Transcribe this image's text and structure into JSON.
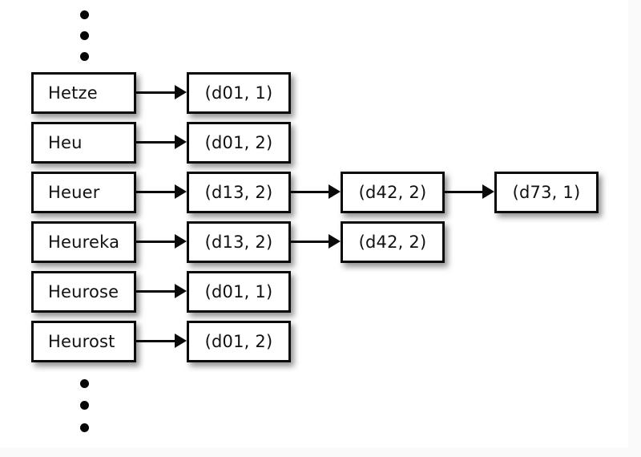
{
  "diagram": {
    "title": "word-index-posting-chain-diagram",
    "colors": {
      "canvas": "#ffffff",
      "page_background": "#fafafa",
      "node_border": "#0a0a0a",
      "node_fill": "#ffffff",
      "text": "#111111",
      "connector": "#0a0a0a"
    },
    "ellipsis_top": [
      "dot",
      "dot",
      "dot"
    ],
    "ellipsis_bottom": [
      "dot",
      "dot",
      "dot"
    ],
    "columns": [
      {
        "name": "terms-column",
        "nodes": [
          {
            "id": "term-hetze",
            "label": "Hetze"
          },
          {
            "id": "term-heu",
            "label": "Heu"
          },
          {
            "id": "term-heuer",
            "label": "Heuer"
          },
          {
            "id": "term-heureka",
            "label": "Heureka"
          },
          {
            "id": "term-heurose",
            "label": "Heurose"
          },
          {
            "id": "term-heurost",
            "label": "Heurost"
          }
        ]
      },
      {
        "name": "first-posting-column",
        "nodes": [
          {
            "id": "posting-1",
            "label": "(d01, 1)"
          },
          {
            "id": "posting-2",
            "label": "(d01, 2)"
          },
          {
            "id": "posting-3",
            "label": "(d13, 2)"
          },
          {
            "id": "posting-4",
            "label": "(d13, 2)"
          },
          {
            "id": "posting-5",
            "label": "(d01, 1)"
          },
          {
            "id": "posting-6",
            "label": "(d01, 2)"
          }
        ]
      },
      {
        "name": "second-posting-column",
        "nodes": [
          {
            "id": "posting-7",
            "label": "(d42, 2)"
          },
          {
            "id": "posting-8",
            "label": "(d42, 2)"
          }
        ]
      },
      {
        "name": "third-posting-column",
        "nodes": [
          {
            "id": "posting-9",
            "label": "(d73, 1)"
          }
        ]
      }
    ],
    "edges": [
      {
        "from": "term-hetze",
        "to": "posting-1"
      },
      {
        "from": "term-heu",
        "to": "posting-2"
      },
      {
        "from": "term-heuer",
        "to": "posting-3"
      },
      {
        "from": "term-heureka",
        "to": "posting-4"
      },
      {
        "from": "term-heurose",
        "to": "posting-5"
      },
      {
        "from": "term-heurost",
        "to": "posting-6"
      },
      {
        "from": "posting-3",
        "to": "posting-7"
      },
      {
        "from": "posting-4",
        "to": "posting-8"
      },
      {
        "from": "posting-7",
        "to": "posting-9"
      }
    ]
  }
}
